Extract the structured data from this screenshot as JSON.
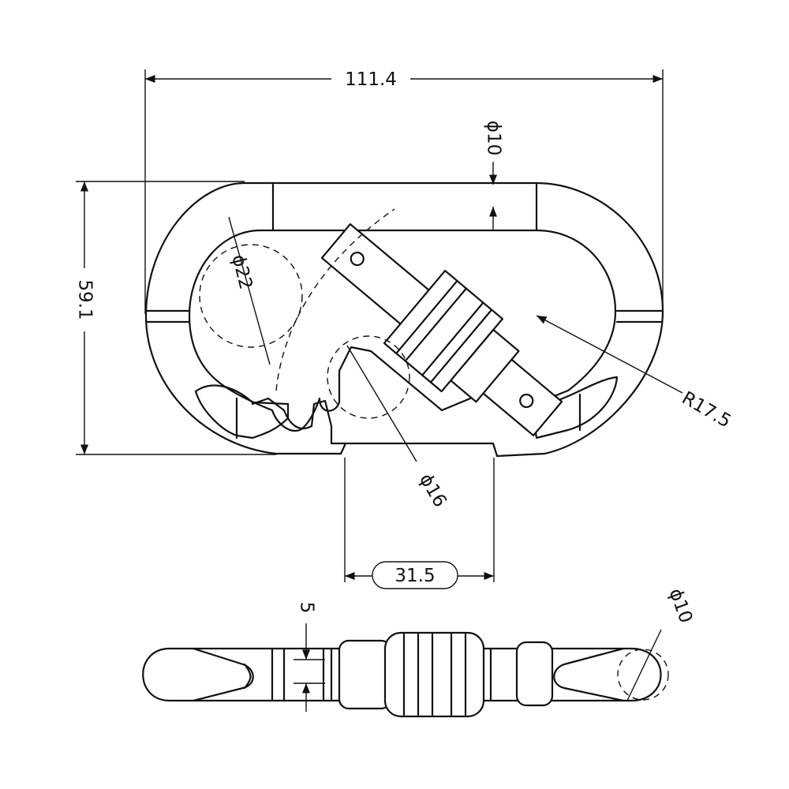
{
  "dimensions": {
    "overall_width": "111.4",
    "overall_height": "59.1",
    "bar_diameter_top": "ϕ10",
    "hook_diameter": "ϕ22",
    "pin_diameter": "ϕ16",
    "end_radius": "R17.5",
    "gate_opening": "31.5",
    "side_thickness": "5",
    "side_diameter": "ϕ10"
  },
  "colors": {
    "line": "#111111",
    "background": "#ffffff"
  }
}
